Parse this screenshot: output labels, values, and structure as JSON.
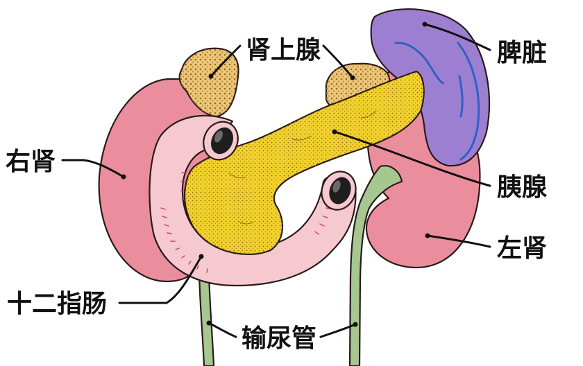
{
  "labels": {
    "adrenal": "肾上腺",
    "spleen": "脾脏",
    "right_kidney": "右肾",
    "pancreas": "胰腺",
    "left_kidney": "左肾",
    "duodenum": "十二指肠",
    "ureter": "输尿管"
  },
  "colors": {
    "kidney": "#ea8e9e",
    "adrenal": "#ecc679",
    "pancreas": "#f3d230",
    "spleen": "#9d7fd2",
    "duodenum": "#f6c8cf",
    "duodenum_lumen": "#1e1e1e",
    "ureter": "#a6c790"
  }
}
